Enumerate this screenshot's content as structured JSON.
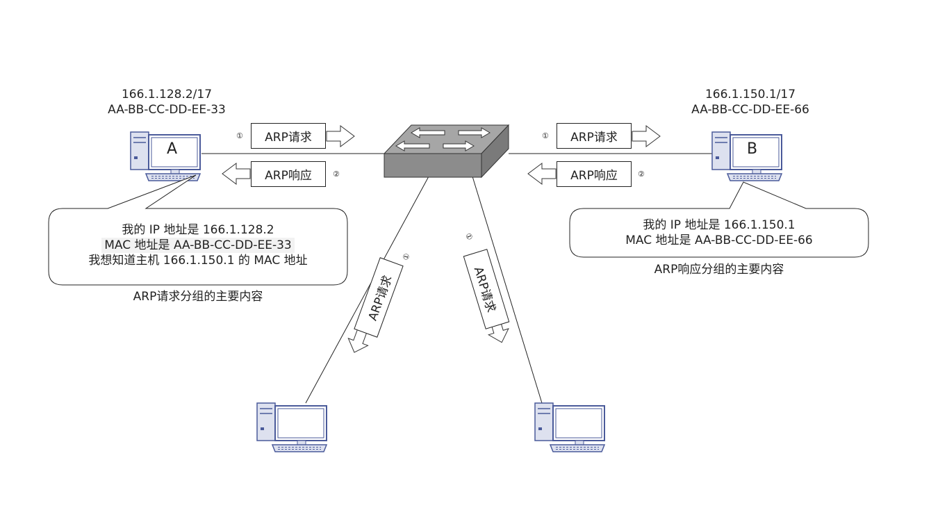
{
  "host_a": {
    "ip": "166.1.128.2/17",
    "mac": "AA-BB-CC-DD-EE-33",
    "name": "A"
  },
  "host_b": {
    "ip": "166.1.150.1/17",
    "mac": "AA-BB-CC-DD-EE-66",
    "name": "B"
  },
  "messages": {
    "arp_request": "ARP请求",
    "arp_response": "ARP响应",
    "step1": "①",
    "step2": "②"
  },
  "request_bubble": {
    "line1": "我的 IP 地址是 166.1.128.2",
    "line2": "MAC 地址是 AA-BB-CC-DD-EE-33",
    "line3": "我想知道主机 166.1.150.1 的 MAC 地址",
    "caption": "ARP请求分组的主要内容"
  },
  "response_bubble": {
    "line1": "我的 IP 地址是 166.1.150.1",
    "line2": "MAC 地址是 AA-BB-CC-DD-EE-66",
    "caption": "ARP响应分组的主要内容"
  },
  "colors": {
    "switch_top": "#a6a6a6",
    "switch_side": "#8c8c8c",
    "pc_outline": "#4a5a9a",
    "pc_fill": "#dde1ef"
  }
}
